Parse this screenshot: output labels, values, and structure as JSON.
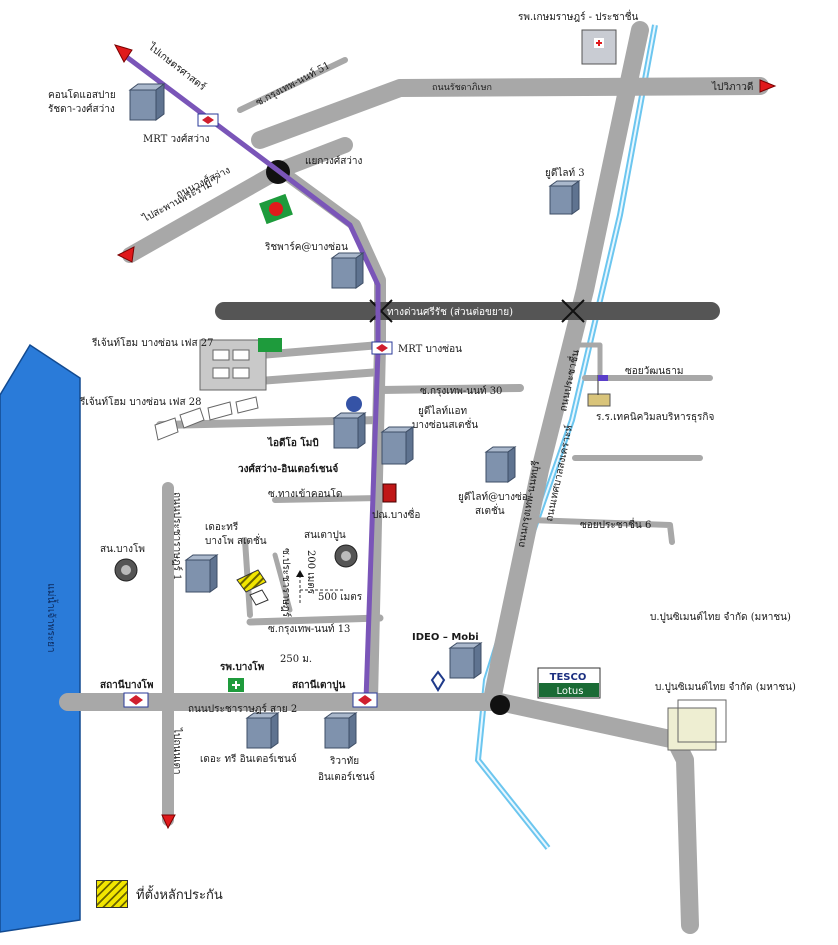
{
  "labels": {
    "rama_chest_top": "รพ.เกษมราษฎร์ - ประชาชื่น",
    "to_kaset": "ไปเกษตรศาสตร์",
    "soi51": "ซ.กรุงเทพ-นนท์ 51",
    "condo_top": "คอนโดแอสปาย\nรัชดา-วงศ์สว่าง",
    "ratchadapisek": "ถนนรัชดาภิเษก",
    "to_vipavadi": "ไปวิภาวดี",
    "mrt_wongsawang": "MRT วงศ์สว่าง",
    "wongsawang_jct": "แยกวงศ์สว่าง",
    "wongsawang_rd": "ถนนวงศ์สว่าง",
    "to_phra_ram7": "ไปสะพานพระราม 7",
    "ulight3": "ยูดีไลท์ 3",
    "richpark": "ริชพาร์ค@บางซ่อน",
    "expressway": "ทางด่วนศรีรัช (ส่วนต่อขยาย)",
    "regent27": "รีเจ้นท์โฮม บางซ่อน เฟส 27",
    "mrt_bangson": "MRT บางซ่อน",
    "soi_wattana": "ซอยวัฒนธาม",
    "soi30": "ซ.กรุงเทพ-นนท์ 30",
    "tech_school": "ร.ร.เทคนิควิมลบริหารธุรกิจ",
    "regent28": "รีเจ้นท์โฮม บางซ่อน เฟส 28",
    "ulight_bangson": "ยูดีไลท์แอท\nบางซ่อนสเตชั่น",
    "ideo_mobi_top": "ไอดีโอ โมบิ\nวงศ์สว่าง-อินเตอร์เชนจ์",
    "soi_prachachuen_rd": "ถนนประชาชื่น",
    "tesco_rd": "ถนนเทศบาลสงเคราะห์",
    "ulight_station": "ยูดีไลท์@บางซ่อ\nสเตชั่น",
    "soi_kent": "ซ.ทางเข้าคอนโด",
    "post": "ปณ.บางซื่อ",
    "krungthep_nonthaburi": "ถนนกรุงเทพ-นนทบุรี",
    "soi_pracha6": "ซอยประชาชื่น 6",
    "pracharat_soi": "ถนนประชาราษฎร์ 1",
    "the_tree": "เดอะทรี\nบางโพ สเตชั่น",
    "bangpho_bus": "สน.บางโพ",
    "kao_pun_station": "สนเตาปูน",
    "soi_prachachuen_side": "ซ.ประชาราษฎร์",
    "dist200": "200 เมตร",
    "dist500": "500 เมตร",
    "soi13": "ซ.กรุงเทพ-นนท์ 13",
    "siam_cement": "บ.ปูนซิเมนต์ไทย จำกัด (มหาชน)",
    "chao_phraya": "แม่น้ำเจ้าพระยา",
    "ideo_mobi": "IDEO – Mobi",
    "dist250": "250 ม.",
    "bangpho_hospital": "รพ.บางโพ",
    "station_bangpho": "สถานีบางโพ",
    "station_taopun": "สถานีเตาปูน",
    "tesco": "TESCO",
    "lotus": "Lotus",
    "siam_cement_2": "บ.ปูนซิเมนต์ไทย จำกัด (มหาชน)",
    "pracharat2": "ถนนประชาราษฎร์ สาย 2",
    "the_tree_inter": "เดอะ ทรี อินเตอร์เชนจ์",
    "riviera": "ริวาทัย\nอินเตอร์เชนจ์",
    "to_nonthaburi": "ไปถนนเตา"
  },
  "legend": {
    "label": "ที่ตั้งหลักประกัน"
  },
  "colors": {
    "road": "#a8a8a8",
    "expressway": "#555555",
    "mrt": "#7a55b8",
    "canal": "#6cc6ef",
    "river": "#2a7bd9",
    "arrow": "#e0191b",
    "building_green": "#1e9b3c",
    "subject_site": "#f2e600"
  }
}
